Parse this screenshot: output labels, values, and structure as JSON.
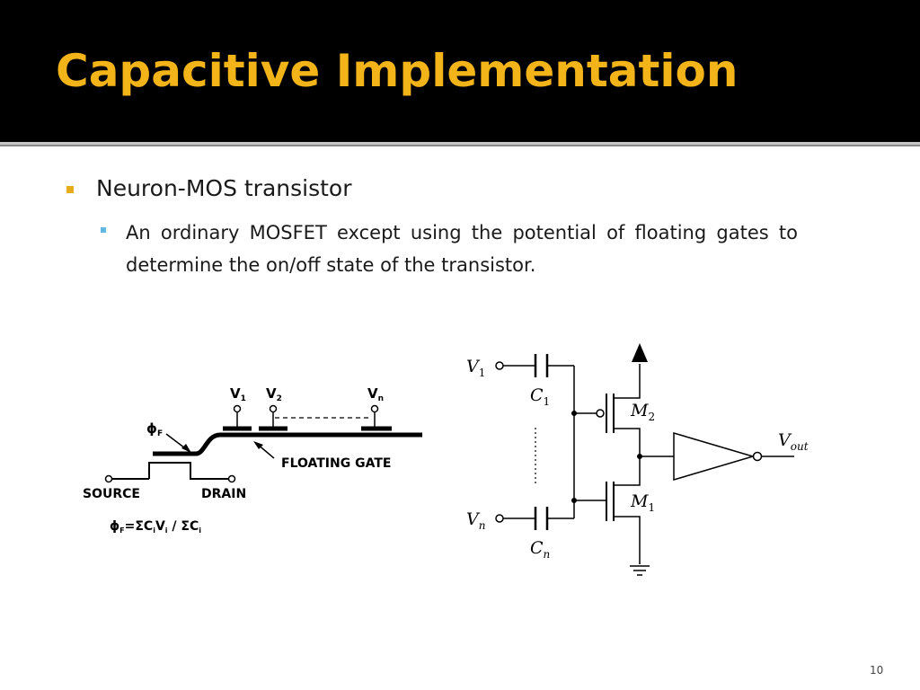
{
  "slide": {
    "title": "Capacitive Implementation",
    "page_number": "10"
  },
  "bullets": {
    "level1": "Neuron-MOS transistor",
    "level2": "An ordinary MOSFET except using the potential of floating gates to determine the on/off state of the transistor."
  },
  "left_figure": {
    "source_label": "SOURCE",
    "drain_label": "DRAIN",
    "floating_gate_label": "FLOATING GATE",
    "v1": "V",
    "v1_sub": "1",
    "v2": "V",
    "v2_sub": "2",
    "vn": "V",
    "vn_sub": "n",
    "phi": "ϕ",
    "phi_sub": "F",
    "formula_lhs": "ϕ",
    "formula_lhs_sub": "F",
    "formula_rhs": "=ΣC",
    "formula_i1": "i",
    "formula_v": "V",
    "formula_i2": "i",
    "formula_div": " / ΣC",
    "formula_i3": "i"
  },
  "right_figure": {
    "v1": "V",
    "v1_sub": "1",
    "c1": "C",
    "c1_sub": "1",
    "vn": "V",
    "vn_sub": "n",
    "cn": "C",
    "cn_sub": "n",
    "m2": "M",
    "m2_sub": "2",
    "m1": "M",
    "m1_sub": "1",
    "vout": "V",
    "vout_sub": "out"
  },
  "colors": {
    "header_bg": "#000000",
    "title": "#f3b41a",
    "bullet1": "#e7ac1c",
    "bullet2": "#63b7e0"
  }
}
